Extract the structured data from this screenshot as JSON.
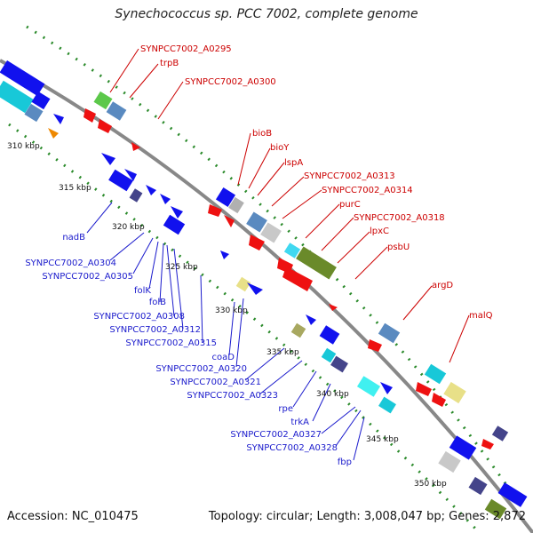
{
  "title": "Synechococcus sp. PCC 7002, complete genome",
  "accession": "Accession: NC_010475",
  "topology": "Topology: circular; Length: 3,008,047 bp; Genes: 2,872",
  "colors": {
    "forward_label": "#cc0000",
    "reverse_label": "#1a1acc",
    "backbone": "#888888",
    "ticks": "#2a8a2a"
  },
  "kbp_ticks": [
    "310 kbp",
    "315 kbp",
    "320 kbp",
    "325 kbp",
    "330 kbp",
    "335 kbp",
    "340 kbp",
    "345 kbp",
    "350 kbp"
  ],
  "forward_genes": [
    "SYNPCC7002_A0295",
    "trpB",
    "SYNPCC7002_A0300",
    "bioB",
    "bioY",
    "lspA",
    "SYNPCC7002_A0313",
    "SYNPCC7002_A0314",
    "purC",
    "SYNPCC7002_A0318",
    "lpxC",
    "psbU",
    "argD",
    "malQ"
  ],
  "reverse_genes": [
    "nadB",
    "SYNPCC7002_A0304",
    "SYNPCC7002_A0305",
    "folK",
    "folB",
    "SYNPCC7002_A0308",
    "SYNPCC7002_A0312",
    "SYNPCC7002_A0315",
    "coaD",
    "SYNPCC7002_A0320",
    "SYNPCC7002_A0321",
    "SYNPCC7002_A0323",
    "rpe",
    "trkA",
    "SYNPCC7002_A0327",
    "SYNPCC7002_A0328",
    "fbp"
  ]
}
